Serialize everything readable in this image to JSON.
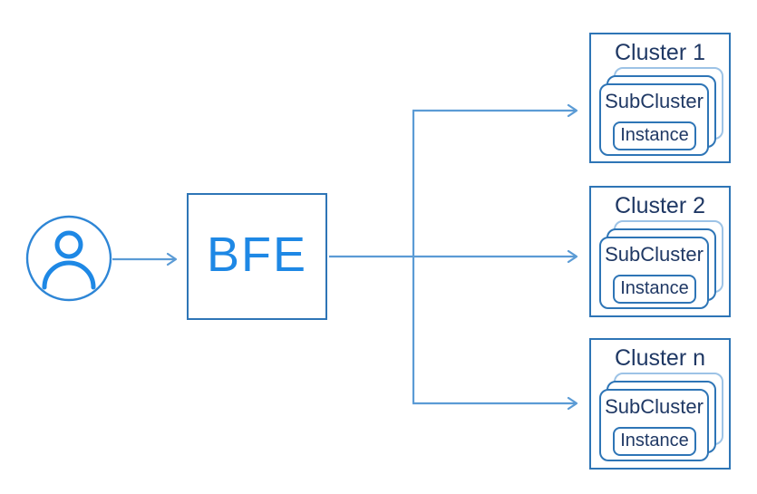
{
  "diagram": {
    "type": "architecture-flow",
    "user": {
      "icon": "user-icon"
    },
    "bfe": {
      "label": "BFE"
    },
    "clusters": [
      {
        "title": "Cluster 1",
        "subcluster_label": "SubCluster",
        "instance_label": "Instance"
      },
      {
        "title": "Cluster 2",
        "subcluster_label": "SubCluster",
        "instance_label": "Instance"
      },
      {
        "title": "Cluster n",
        "subcluster_label": "SubCluster",
        "instance_label": "Instance"
      }
    ],
    "colors": {
      "bright_blue": "#1E88E5",
      "arrow_blue": "#5B9BD5",
      "box_border_blue": "#2E75B6",
      "stack_back_blue": "#9DC3E6",
      "text_navy": "#1F3864",
      "background": "#FFFFFF"
    }
  }
}
